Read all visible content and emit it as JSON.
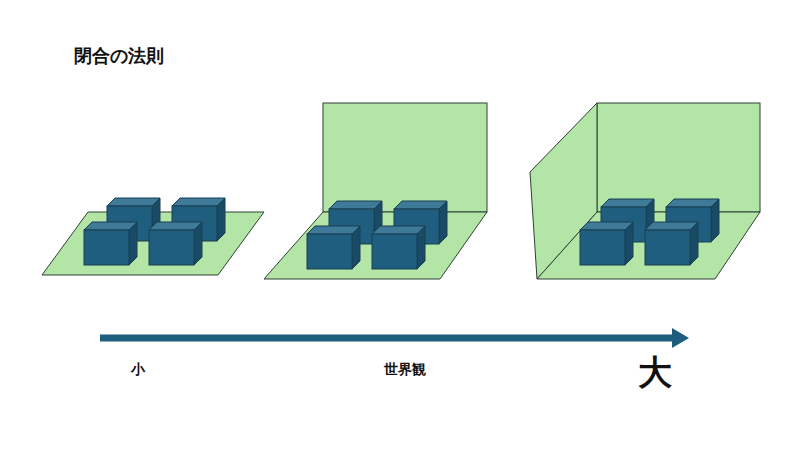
{
  "diagram": {
    "title": "閉合の法則",
    "labels": [
      "小",
      "世界観",
      "大"
    ]
  }
}
